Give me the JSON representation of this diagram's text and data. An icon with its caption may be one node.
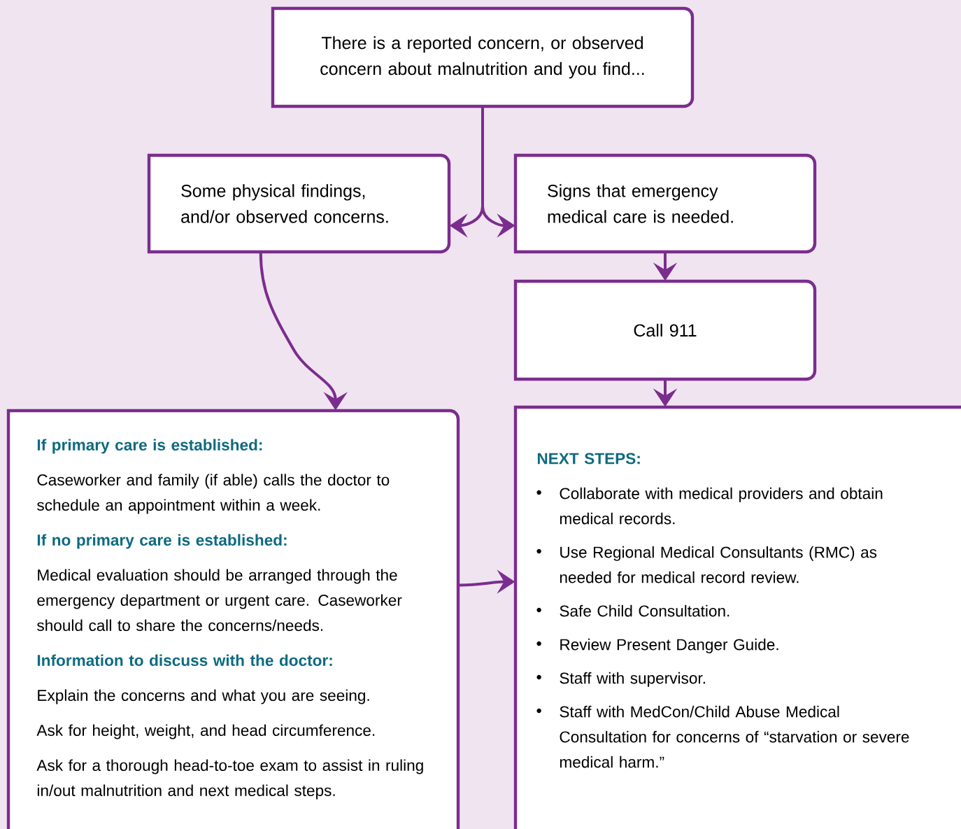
{
  "diagram": {
    "nodes": [
      {
        "text": [
          "There is a reported concern, or observed concern about malnutrition and you find..."
        ]
      },
      {
        "text": [
          "Some physical findings, and/or observed concerns."
        ]
      },
      {
        "text": [
          "Signs that emergency medical care is needed."
        ]
      },
      {
        "text": [
          "Call 911"
        ]
      },
      {
        "text": [
          "If primary care is established:",
          "Caseworker and family (if able) calls the doctor to schedule an appointment within a week.",
          "If no primary care is established:",
          "Medical evaluation should be arranged through the emergency department or urgent care. Caseworker should call to share the concerns/needs.",
          "Information to discuss with the doctor:",
          "Explain the concerns and what you are seeing.",
          "Ask for height, weight, and head circumference.",
          "Ask for a thorough head-to-toe exam to assist in ruling in/out malnutrition and next medical steps."
        ]
      },
      {
        "text": [
          "NEXT STEPS:",
          "Collaborate with medical providers and obtain medical records.",
          "Use Regional Medical Consultants (RMC) as needed for medical record review.",
          "Safe Child Consultation.",
          "Review Present Danger Guide.",
          "Staff with supervisor.",
          "Staff with MedCon/Child Abuse Medical Consultation for concerns of “starvation or severe medical harm.”"
        ]
      }
    ],
    "edges": [
      {
        "from": 0,
        "to": 1,
        "arrow": "to"
      },
      {
        "from": 0,
        "to": 2,
        "arrow": "to"
      },
      {
        "from": 2,
        "to": 3,
        "arrow": "to"
      },
      {
        "from": 3,
        "to": 5,
        "arrow": "to"
      },
      {
        "from": 1,
        "to": 4,
        "arrow": "to"
      },
      {
        "from": 4,
        "to": 5,
        "arrow": "to"
      }
    ]
  }
}
